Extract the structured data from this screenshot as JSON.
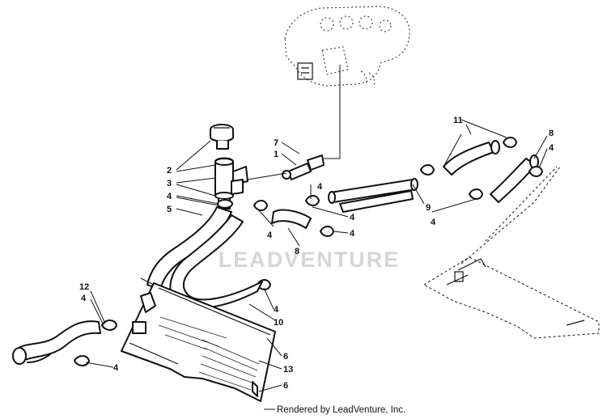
{
  "callouts": [
    {
      "id": "c2",
      "text": "2"
    },
    {
      "id": "c3",
      "text": "3"
    },
    {
      "id": "c4a",
      "text": "4"
    },
    {
      "id": "c5",
      "text": "5"
    },
    {
      "id": "c7",
      "text": "7"
    },
    {
      "id": "c1",
      "text": "1"
    },
    {
      "id": "c4b",
      "text": "4"
    },
    {
      "id": "c4c",
      "text": "4"
    },
    {
      "id": "c4d",
      "text": "4"
    },
    {
      "id": "c8a",
      "text": "8"
    },
    {
      "id": "c4e",
      "text": "4"
    },
    {
      "id": "c11",
      "text": "11"
    },
    {
      "id": "c8b",
      "text": "8"
    },
    {
      "id": "c4f",
      "text": "4"
    },
    {
      "id": "c9",
      "text": "9"
    },
    {
      "id": "c4g",
      "text": "4"
    },
    {
      "id": "c12",
      "text": "12"
    },
    {
      "id": "c4h",
      "text": "4"
    },
    {
      "id": "c4i",
      "text": "4"
    },
    {
      "id": "c10",
      "text": "10"
    },
    {
      "id": "c4j",
      "text": "4"
    },
    {
      "id": "c6a",
      "text": "6"
    },
    {
      "id": "c13",
      "text": "13"
    },
    {
      "id": "c6b",
      "text": "6"
    }
  ],
  "watermark": "LEADVENTURE",
  "credit": "Rendered by LeadVenture, Inc."
}
